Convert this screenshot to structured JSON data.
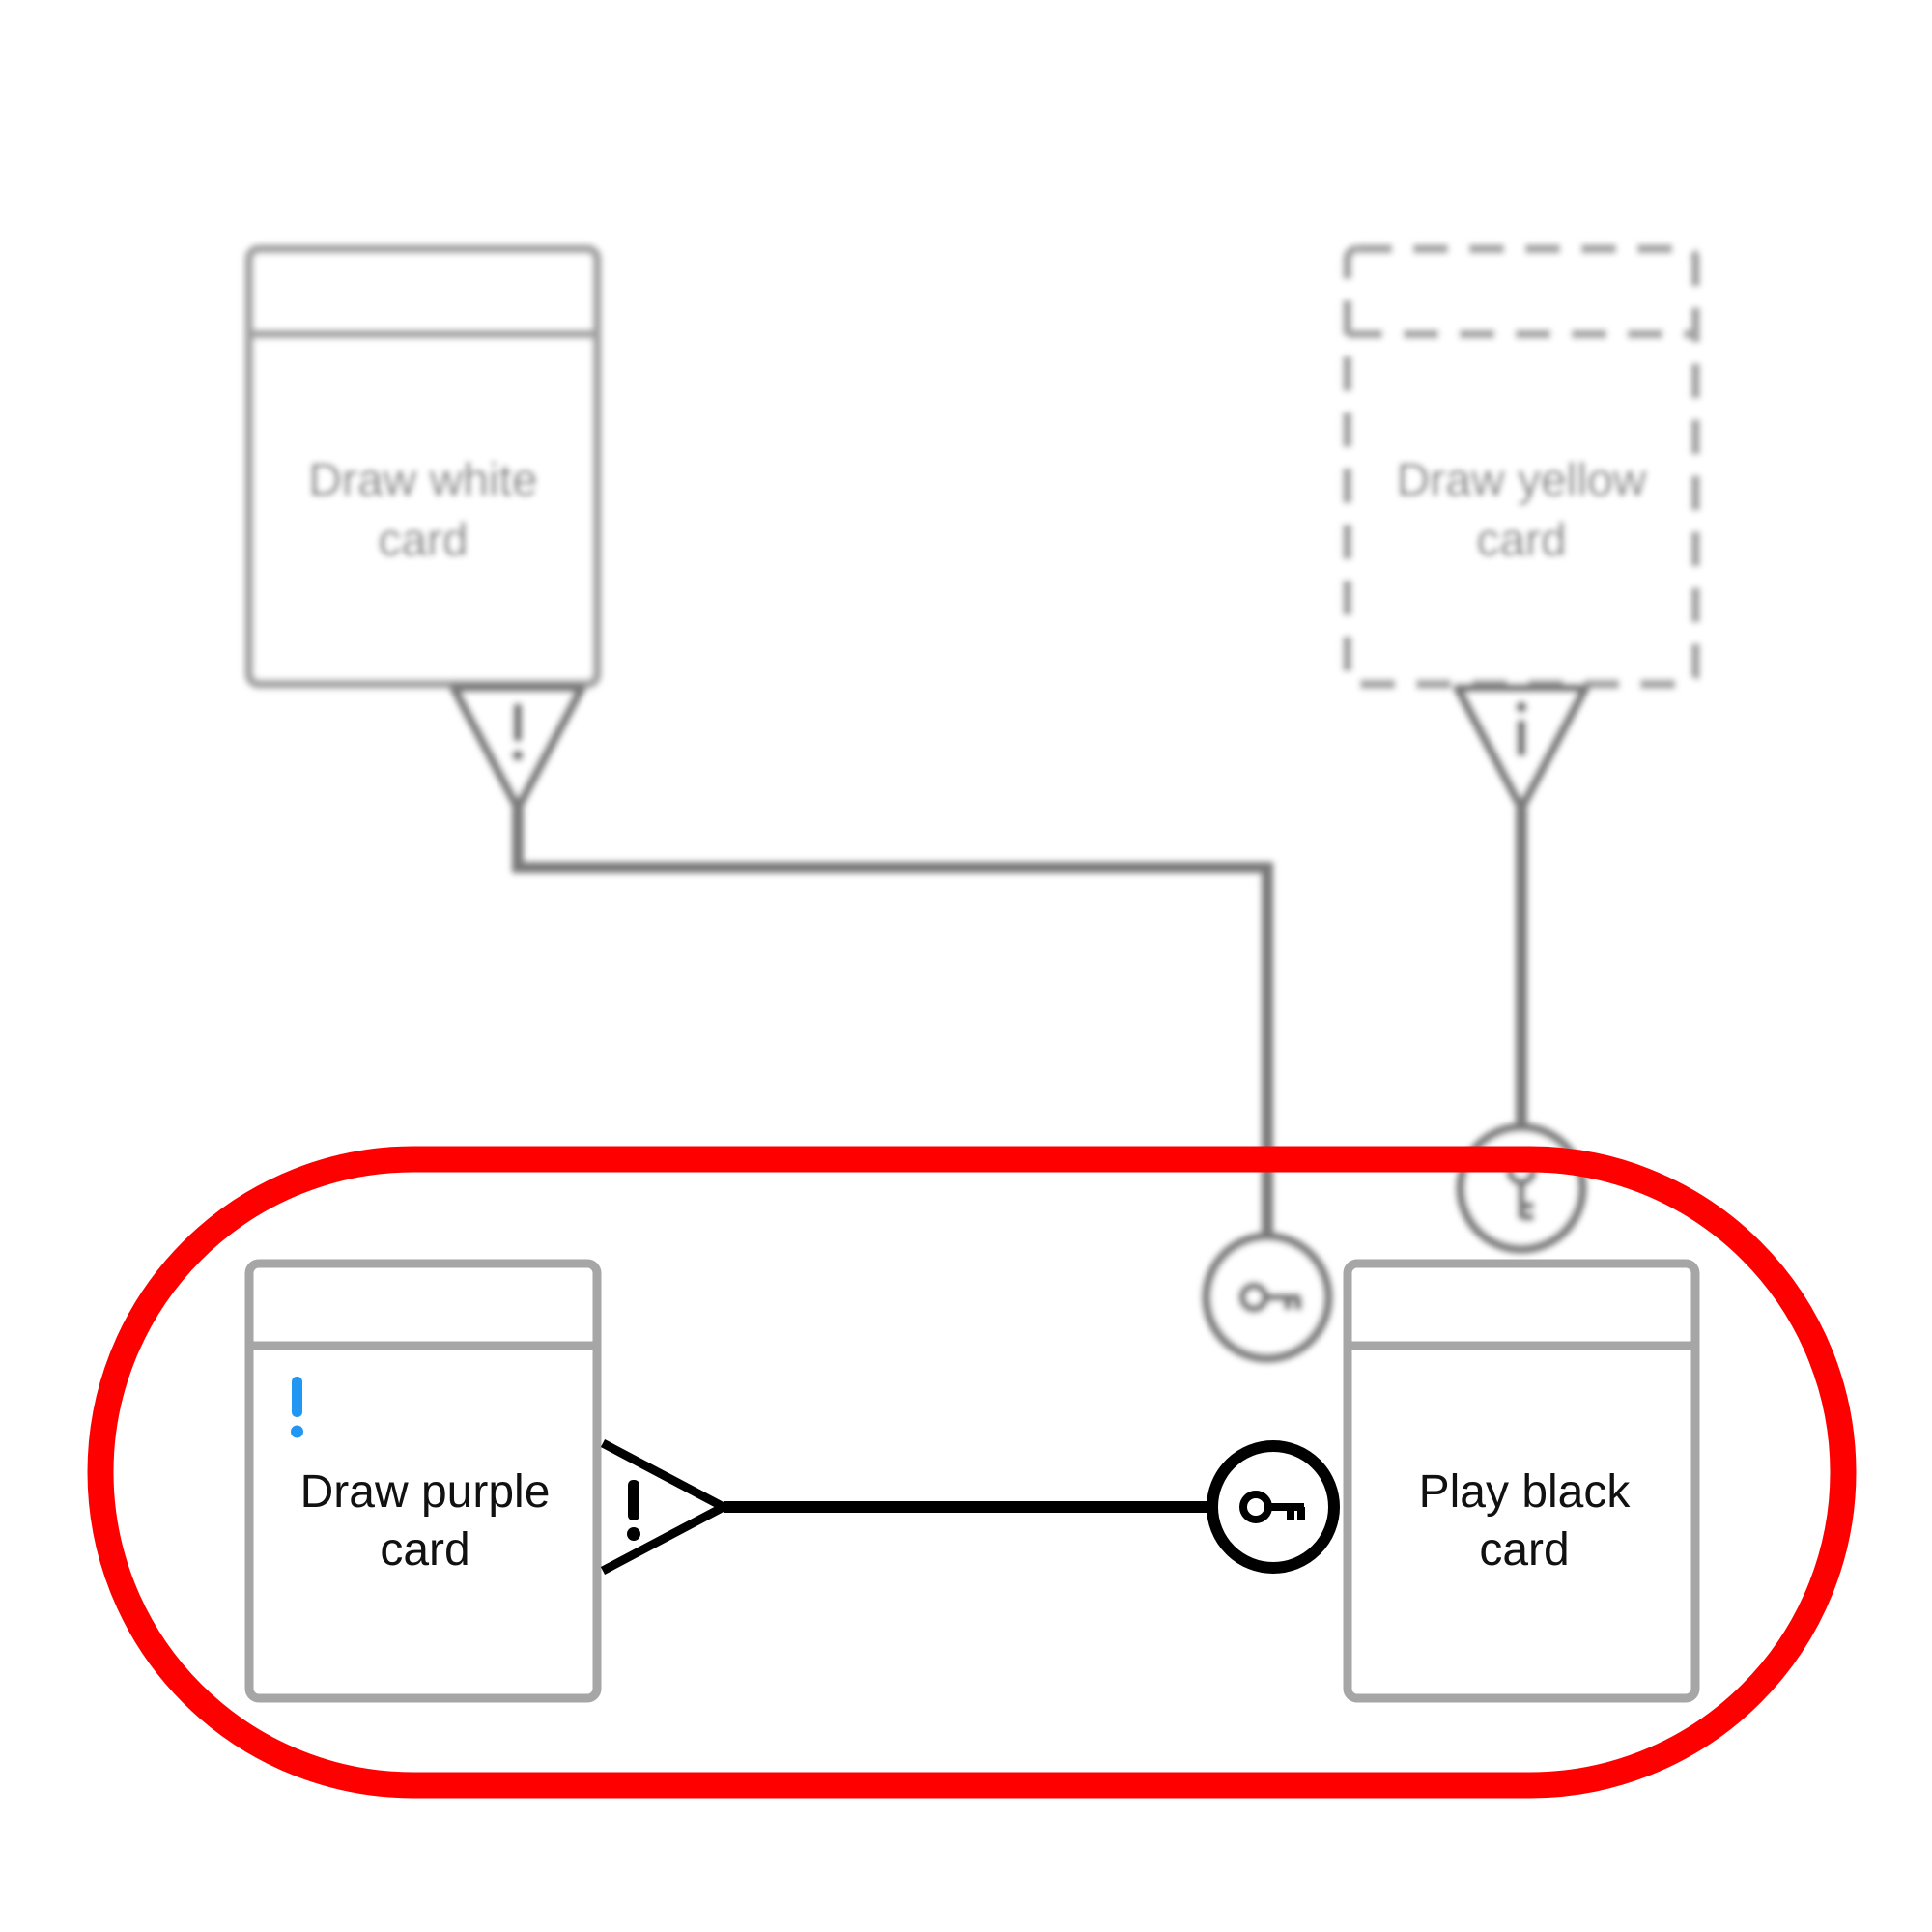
{
  "cards": {
    "draw_white": {
      "line1": "Draw white",
      "line2": "card",
      "state": "blurred",
      "border": "solid"
    },
    "draw_yellow": {
      "line1": "Draw yellow",
      "line2": "card",
      "state": "blurred",
      "border": "dashed"
    },
    "draw_purple": {
      "line1": "Draw purple",
      "line2": "card",
      "state": "focused",
      "marker_icon": "exclamation-icon"
    },
    "play_black": {
      "line1": "Play black",
      "line2": "card",
      "state": "focused"
    }
  },
  "connectors": {
    "white_to_black": {
      "source_icon": "exclamation-icon",
      "target_icon": "key-icon",
      "state": "blurred"
    },
    "yellow_to_black": {
      "source_icon": "info-icon",
      "target_icon": "key-icon",
      "state": "blurred"
    },
    "purple_to_black": {
      "source_icon": "exclamation-icon",
      "target_icon": "key-icon",
      "state": "focused"
    }
  },
  "colors": {
    "highlight": "#ff0000",
    "card_border": "#a6a6a6",
    "blurred_line": "#7a7a7a",
    "focused_line": "#000000",
    "marker": "#2196f3"
  }
}
